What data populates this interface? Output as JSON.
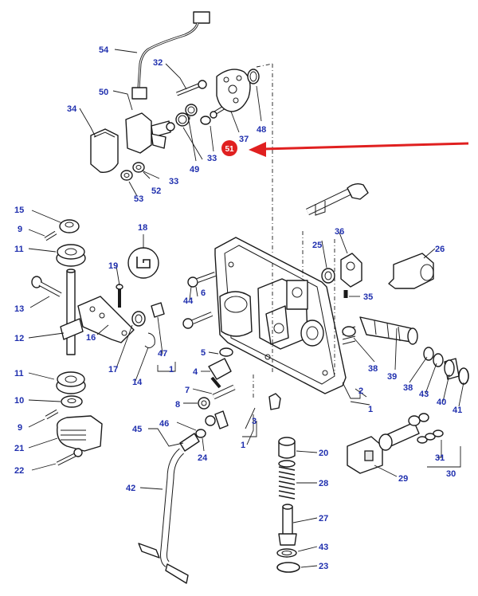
{
  "diagram": {
    "label_color": "#1f2fae",
    "highlight_color": "#e02020",
    "highlight_label": "51",
    "callouts": [
      "54",
      "32",
      "50",
      "34",
      "49",
      "33",
      "53",
      "52",
      "33",
      "37",
      "48",
      "15",
      "9",
      "11",
      "18",
      "19",
      "13",
      "44",
      "6",
      "25",
      "36",
      "26",
      "35",
      "12",
      "16",
      "17",
      "14",
      "47",
      "1",
      "5",
      "4",
      "7",
      "8",
      "11",
      "10",
      "9",
      "21",
      "22",
      "45",
      "46",
      "24",
      "3",
      "1",
      "2",
      "1",
      "38",
      "39",
      "38",
      "43",
      "40",
      "41",
      "20",
      "28",
      "27",
      "43",
      "23",
      "42",
      "29",
      "31",
      "30"
    ]
  }
}
